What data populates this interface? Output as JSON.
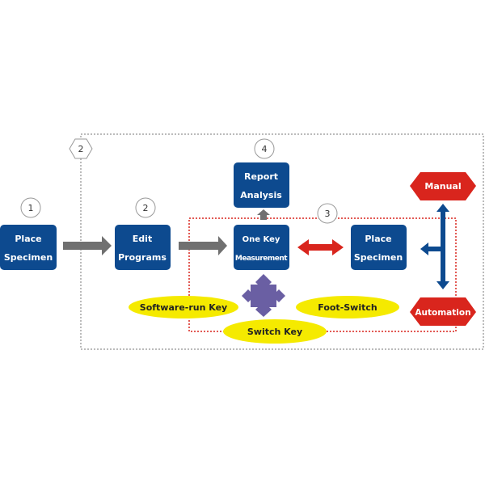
{
  "colors": {
    "box": "#0d4a8f",
    "gray_arrow": "#707070",
    "red": "#d9251d",
    "yellow": "#f5ea00",
    "purple": "#6a5fa3",
    "blue_arrow": "#0d4a8f"
  },
  "steps": {
    "n1": "1",
    "n2": "2",
    "n2_hex": "2",
    "n3": "3",
    "n4": "4"
  },
  "boxes": {
    "place1": [
      "Place",
      "Specimen"
    ],
    "edit": [
      "Edit",
      "Programs"
    ],
    "report": [
      "Report",
      "Analysis"
    ],
    "onekey": [
      "One Key",
      "Measurement"
    ],
    "place2": [
      "Place",
      "Specimen"
    ]
  },
  "modes": {
    "manual": "Manual",
    "automation": "Automation"
  },
  "keys": {
    "software": "Software-run Key",
    "foot": "Foot-Switch",
    "switch": "Switch Key"
  }
}
